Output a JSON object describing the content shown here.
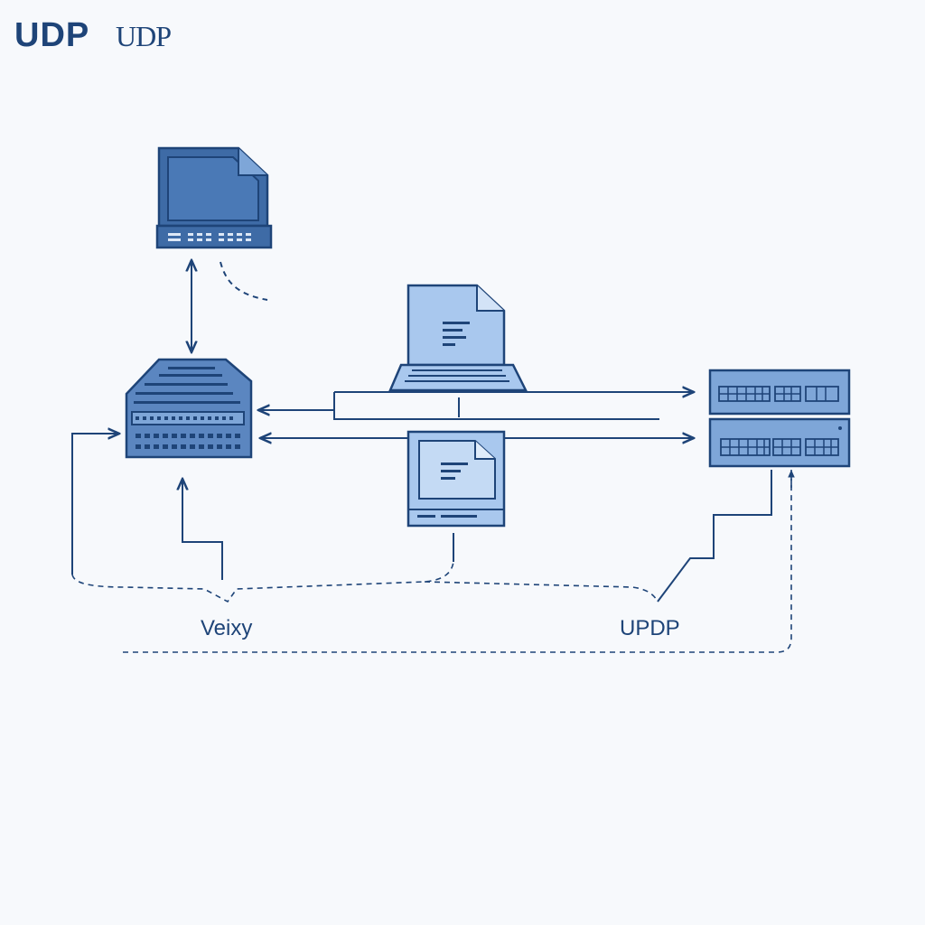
{
  "header": {
    "title_primary": "UDP",
    "title_secondary": "UDP"
  },
  "labels": {
    "left": "Veixy",
    "right": "UPDP"
  },
  "colors": {
    "stroke": "#1e4478",
    "fill_dark": "#3e6ba6",
    "fill_light": "#a9c8ee",
    "background": "#f7f9fc"
  },
  "icons": {
    "top_node": "monitor-document-icon",
    "router": "router-switch-icon",
    "laptop": "laptop-document-icon",
    "terminal": "terminal-document-icon",
    "servers": "rack-server-icon"
  }
}
